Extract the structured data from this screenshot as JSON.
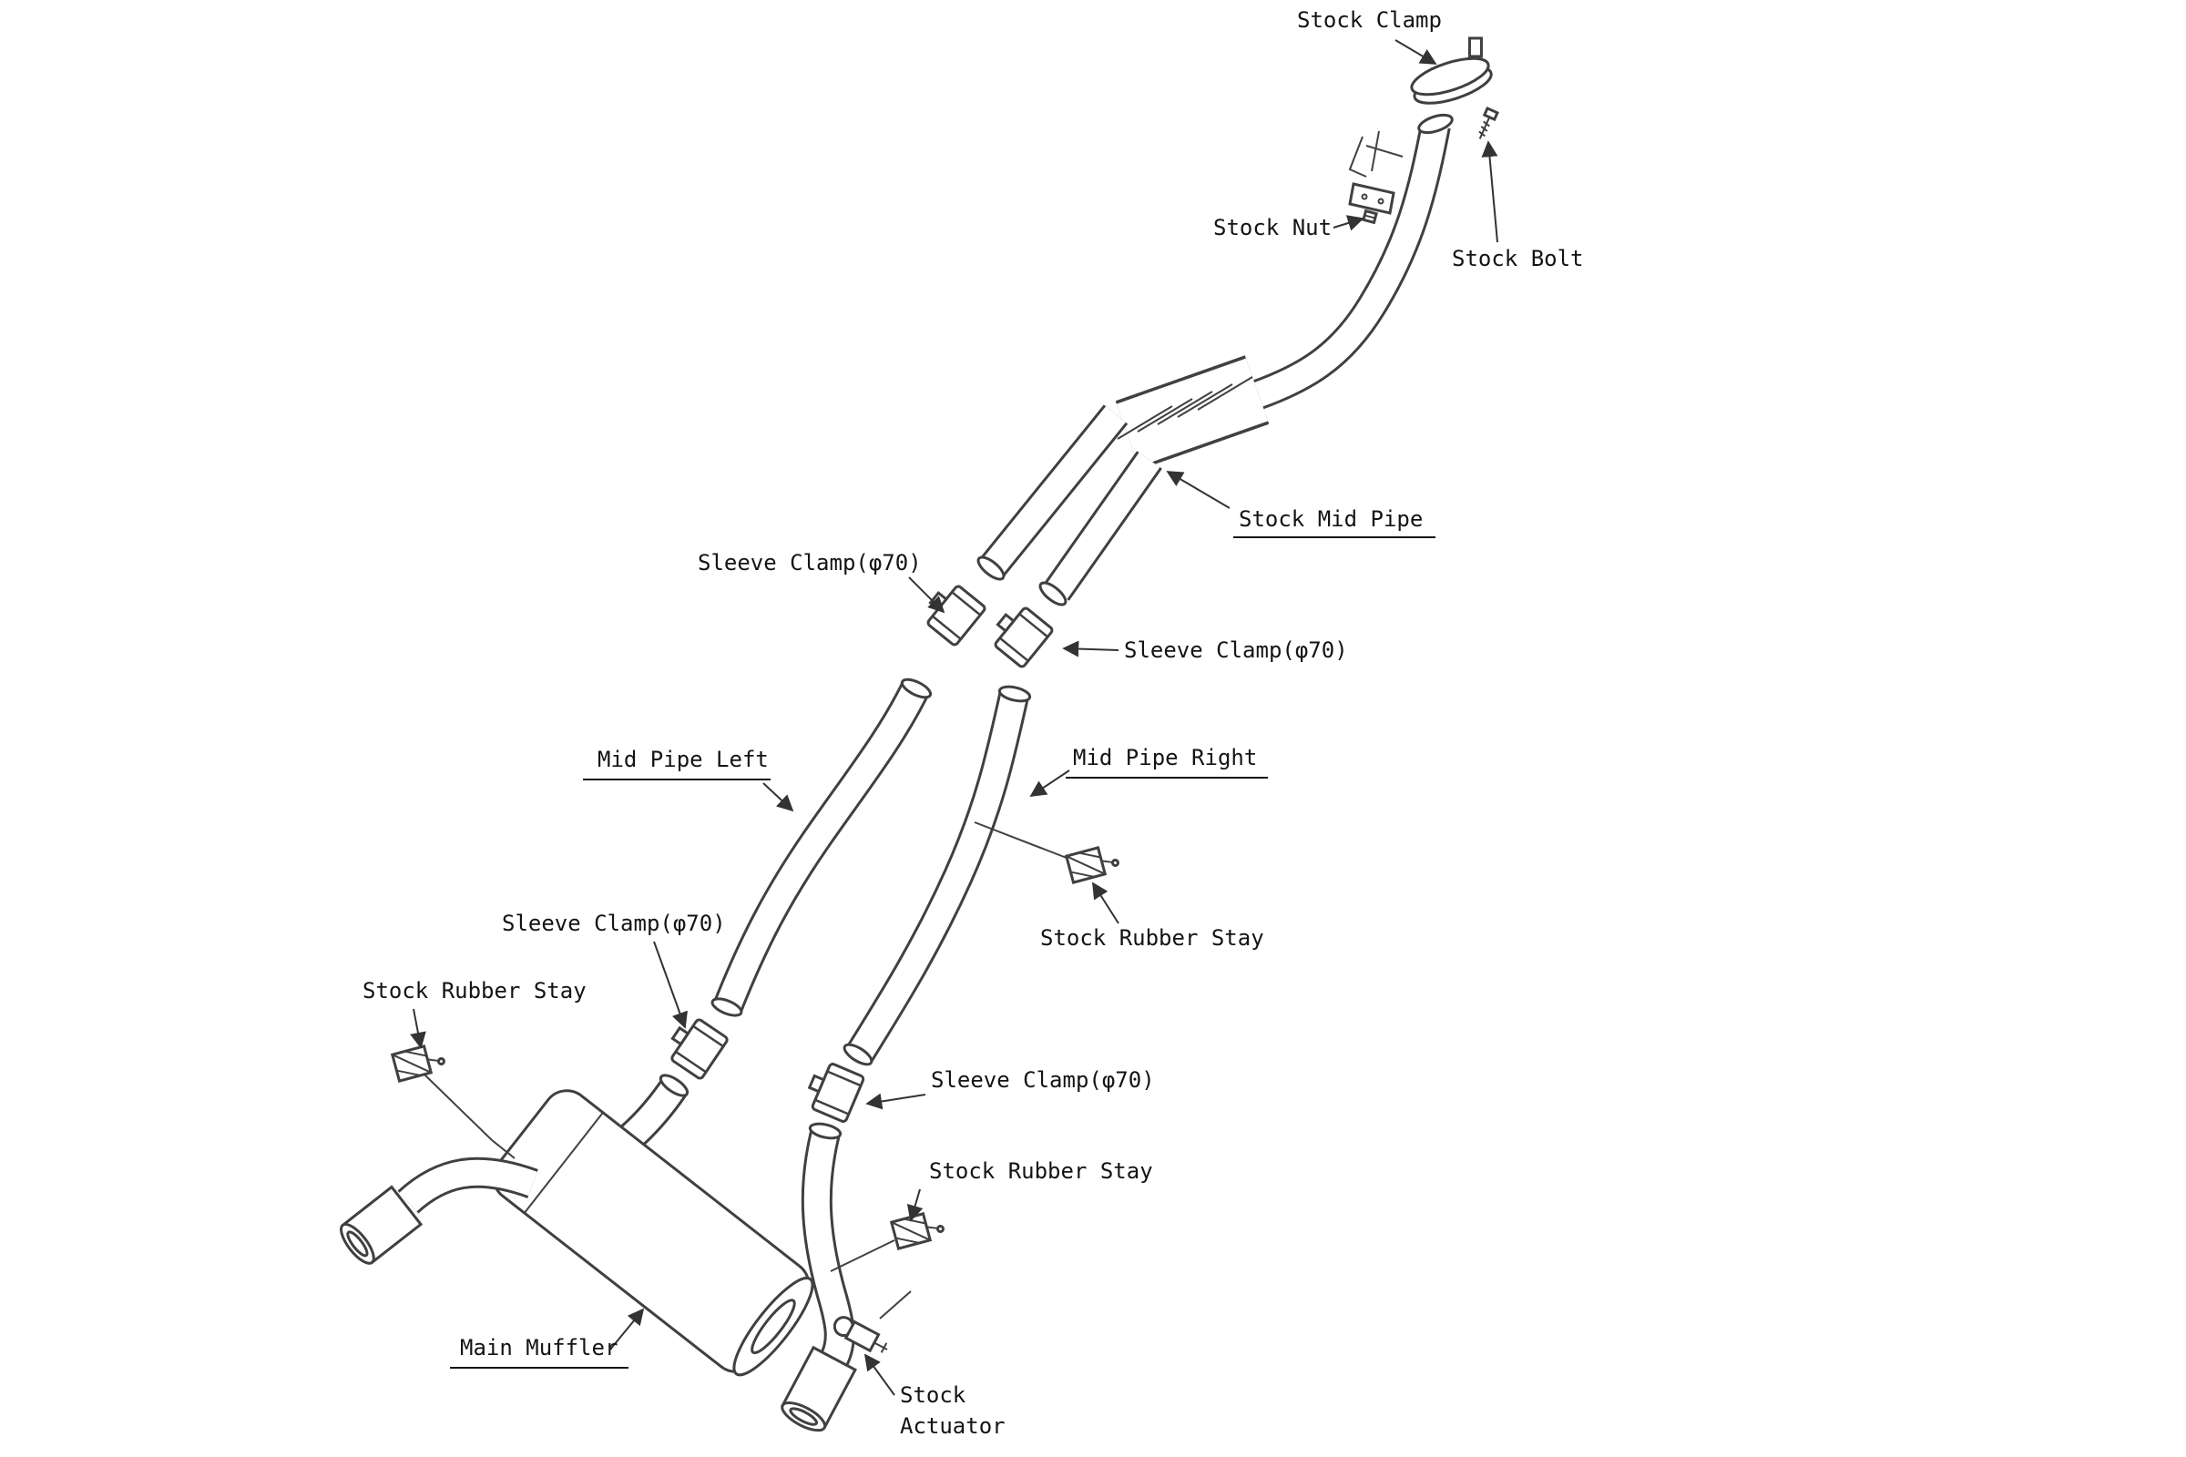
{
  "diagram": {
    "background": "#ffffff",
    "line_color": "#404040",
    "text_color": "#141414",
    "leader_color": "#333333",
    "labels": [
      {
        "id": "stock-clamp",
        "text": "Stock Clamp"
      },
      {
        "id": "stock-nut",
        "text": "Stock Nut"
      },
      {
        "id": "stock-bolt",
        "text": "Stock Bolt"
      },
      {
        "id": "stock-mid-pipe",
        "text": "Stock Mid Pipe",
        "underline": true
      },
      {
        "id": "sleeve-clamp-upper-left",
        "text": "Sleeve Clamp(φ70)"
      },
      {
        "id": "sleeve-clamp-upper-right",
        "text": "Sleeve Clamp(φ70)"
      },
      {
        "id": "mid-pipe-left",
        "text": "Mid Pipe Left",
        "underline": true
      },
      {
        "id": "mid-pipe-right",
        "text": "Mid Pipe Right",
        "underline": true
      },
      {
        "id": "sleeve-clamp-lower-left",
        "text": "Sleeve Clamp(φ70)"
      },
      {
        "id": "stock-rubber-stay-right",
        "text": "Stock Rubber Stay"
      },
      {
        "id": "stock-rubber-stay-left",
        "text": "Stock Rubber Stay"
      },
      {
        "id": "sleeve-clamp-lower-right",
        "text": "Sleeve Clamp(φ70)"
      },
      {
        "id": "stock-rubber-stay-center",
        "text": "Stock Rubber Stay"
      },
      {
        "id": "main-muffler",
        "text": "Main Muffler",
        "underline": true
      },
      {
        "id": "stock-actuator",
        "lines": [
          "Stock",
          "Actuator"
        ]
      }
    ]
  }
}
